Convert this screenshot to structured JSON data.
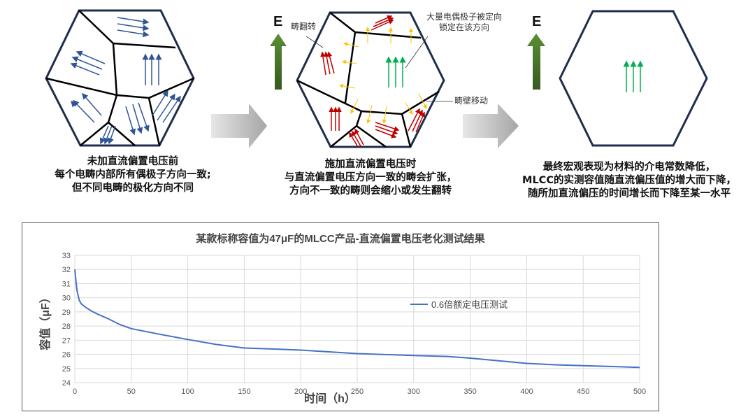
{
  "panels": [
    {
      "caption": [
        "未加直流偏置电压前",
        "每个电畴内部所有偶极子方向一致;",
        "但不同电畴的极化方向不同"
      ]
    },
    {
      "caption": [
        "施加直流偏置电压时",
        "与直流偏置电压方向一致的畴会扩张，",
        "方向不一致的畴则会缩小或发生翻转"
      ],
      "field_label": "E",
      "annotations": {
        "flip": "畴翻转",
        "locked": [
          "大量电偶极子被定向",
          "锁定在该方向"
        ],
        "wall": "畴壁移动"
      }
    },
    {
      "caption": [
        "最终宏观表现为材料的介电常数降低，",
        "MLCC的实测容值随直流偏压值的增大而下降，",
        "随所加直流偏压的时间增长而下降至某一水平"
      ],
      "field_label": "E"
    }
  ],
  "colors": {
    "domain_arrow": "#2f5597",
    "flip_arrow": "#c00000",
    "locked_arrow": "#00b050",
    "wall_arrow": "#ffc000",
    "hex": "#1f2d4d",
    "field": "#4a7a2c",
    "series": "#4472c4"
  },
  "chart_data": {
    "type": "line",
    "title": "某款标称容值为47μF的MLCC产品-直流偏置电压老化测试结果",
    "xlabel": "时间（h）",
    "ylabel": "容值（μF）",
    "xlim": [
      0,
      500
    ],
    "ylim": [
      24,
      33
    ],
    "xticks": [
      0,
      50,
      100,
      150,
      200,
      250,
      300,
      350,
      400,
      450,
      500
    ],
    "yticks": [
      24,
      25,
      26,
      27,
      28,
      29,
      30,
      31,
      32,
      33
    ],
    "grid": true,
    "legend_position": "center-right",
    "series": [
      {
        "name": "0.6倍额定电压测试",
        "x": [
          0,
          1,
          2,
          4,
          6,
          10,
          15,
          20,
          30,
          40,
          50,
          75,
          100,
          125,
          150,
          175,
          200,
          250,
          300,
          330,
          350,
          375,
          400,
          425,
          450,
          500
        ],
        "y": [
          32,
          31.2,
          30.5,
          29.8,
          29.55,
          29.3,
          29.05,
          28.85,
          28.5,
          28.1,
          27.82,
          27.42,
          27.05,
          26.7,
          26.45,
          26.38,
          26.3,
          26.05,
          25.92,
          25.85,
          25.73,
          25.55,
          25.36,
          25.26,
          25.2,
          25.08
        ]
      }
    ]
  }
}
